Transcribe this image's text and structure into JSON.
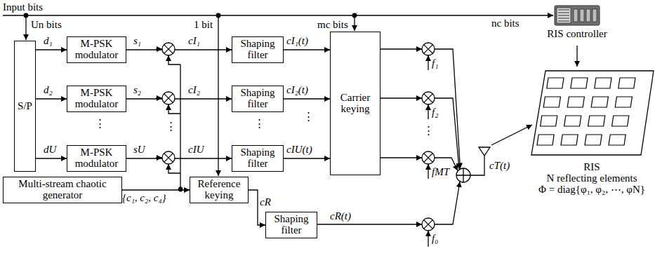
{
  "diagram": {
    "nodes": [
      {
        "text": [
          "S/P"
        ]
      },
      {
        "text": [
          "M-PSK modulator"
        ]
      },
      {
        "text": [
          "M-PSK modulator"
        ]
      },
      {
        "text": [
          "M-PSK modulator"
        ]
      },
      {
        "text": [
          "Multi-stream chaotic generator"
        ]
      },
      {
        "text": [
          "Shaping filter"
        ]
      },
      {
        "text": [
          "Shaping filter"
        ]
      },
      {
        "text": [
          "Shaping filter"
        ]
      },
      {
        "text": [
          "Reference keying"
        ]
      },
      {
        "text": [
          "Shaping filter"
        ]
      },
      {
        "text": [
          "Carrier keying"
        ]
      },
      {
        "text": [
          "RIS controller"
        ]
      },
      {
        "text": [
          "RIS",
          "N reflecting elements",
          "Φ = diag{φ₁, φ₂, ⋯, φN}"
        ]
      }
    ],
    "edges": [
      {
        "from": 0,
        "to": 1,
        "arrow": "to"
      },
      {
        "from": 0,
        "to": 2,
        "arrow": "to"
      },
      {
        "from": 0,
        "to": 3,
        "arrow": "to"
      },
      {
        "from": 1,
        "to": 5,
        "arrow": "to"
      },
      {
        "from": 2,
        "to": 6,
        "arrow": "to"
      },
      {
        "from": 3,
        "to": 7,
        "arrow": "to"
      },
      {
        "from": 4,
        "to": 8,
        "arrow": "to"
      },
      {
        "from": 8,
        "to": 9,
        "arrow": "to"
      },
      {
        "from": 5,
        "to": 10,
        "arrow": "to"
      },
      {
        "from": 6,
        "to": 10,
        "arrow": "to"
      },
      {
        "from": 7,
        "to": 10,
        "arrow": "to"
      },
      {
        "from": 11,
        "to": 12,
        "arrow": "to"
      }
    ],
    "labels": [
      "Input bits",
      "Un bits",
      "1 bit",
      "mc bits",
      "nc bits",
      "d₁",
      "d₂",
      "dU",
      "s₁",
      "s₂",
      "sU",
      "cI₁",
      "cI₂",
      "cIU",
      "cI₁(t)",
      "cI₂(t)",
      "cIU(t)",
      "{c₁, c₂, c₄}",
      "cR",
      "cR(t)",
      "f₁",
      "f₂",
      "fMT",
      "f₀",
      "cT(t)",
      "⋮",
      "⋮",
      "⋮",
      "⋮",
      "⋮"
    ]
  }
}
